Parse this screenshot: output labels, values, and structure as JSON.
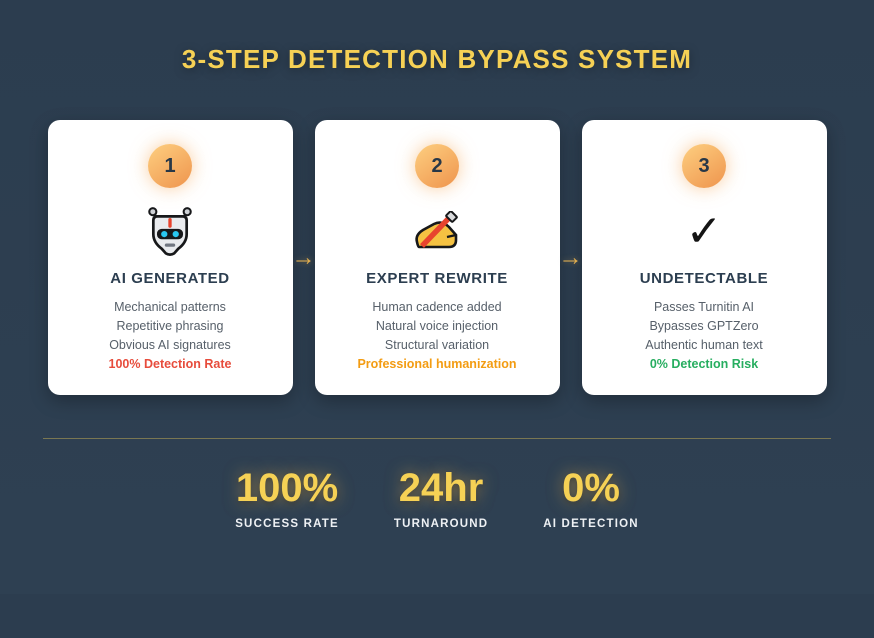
{
  "theme": {
    "background": "#2d3e50",
    "accent_yellow": "#f6d155",
    "card_bg": "#ffffff",
    "heading_navy": "#2c3e50",
    "list_gray": "#57606a",
    "arrow_yellow": "#f2bb54",
    "circle_gradient_start": "#fcc97b",
    "circle_gradient_end": "#f09a52",
    "divider_color": "rgba(246,209,85,0.38)"
  },
  "title": "3-STEP DETECTION BYPASS SYSTEM",
  "arrow_glyph": "→",
  "checkmark_glyph": "✓",
  "steps": [
    {
      "number": "1",
      "icon": "robot-icon",
      "heading": "AI GENERATED",
      "items": [
        "Mechanical patterns",
        "Repetitive phrasing",
        "Obvious AI signatures"
      ],
      "highlight": "100% Detection Rate",
      "highlight_color": "#e74c3c"
    },
    {
      "number": "2",
      "icon": "writing-hand-icon",
      "heading": "EXPERT REWRITE",
      "items": [
        "Human cadence added",
        "Natural voice injection",
        "Structural variation"
      ],
      "highlight": "Professional humanization",
      "highlight_color": "#f39c12"
    },
    {
      "number": "3",
      "icon": "checkmark-icon",
      "heading": "UNDETECTABLE",
      "items": [
        "Passes Turnitin AI",
        "Bypasses GPTZero",
        "Authentic human text"
      ],
      "highlight": "0% Detection Risk",
      "highlight_color": "#27ae60"
    }
  ],
  "stats": [
    {
      "value": "100%",
      "label": "SUCCESS RATE"
    },
    {
      "value": "24hr",
      "label": "TURNAROUND"
    },
    {
      "value": "0%",
      "label": "AI DETECTION"
    }
  ]
}
